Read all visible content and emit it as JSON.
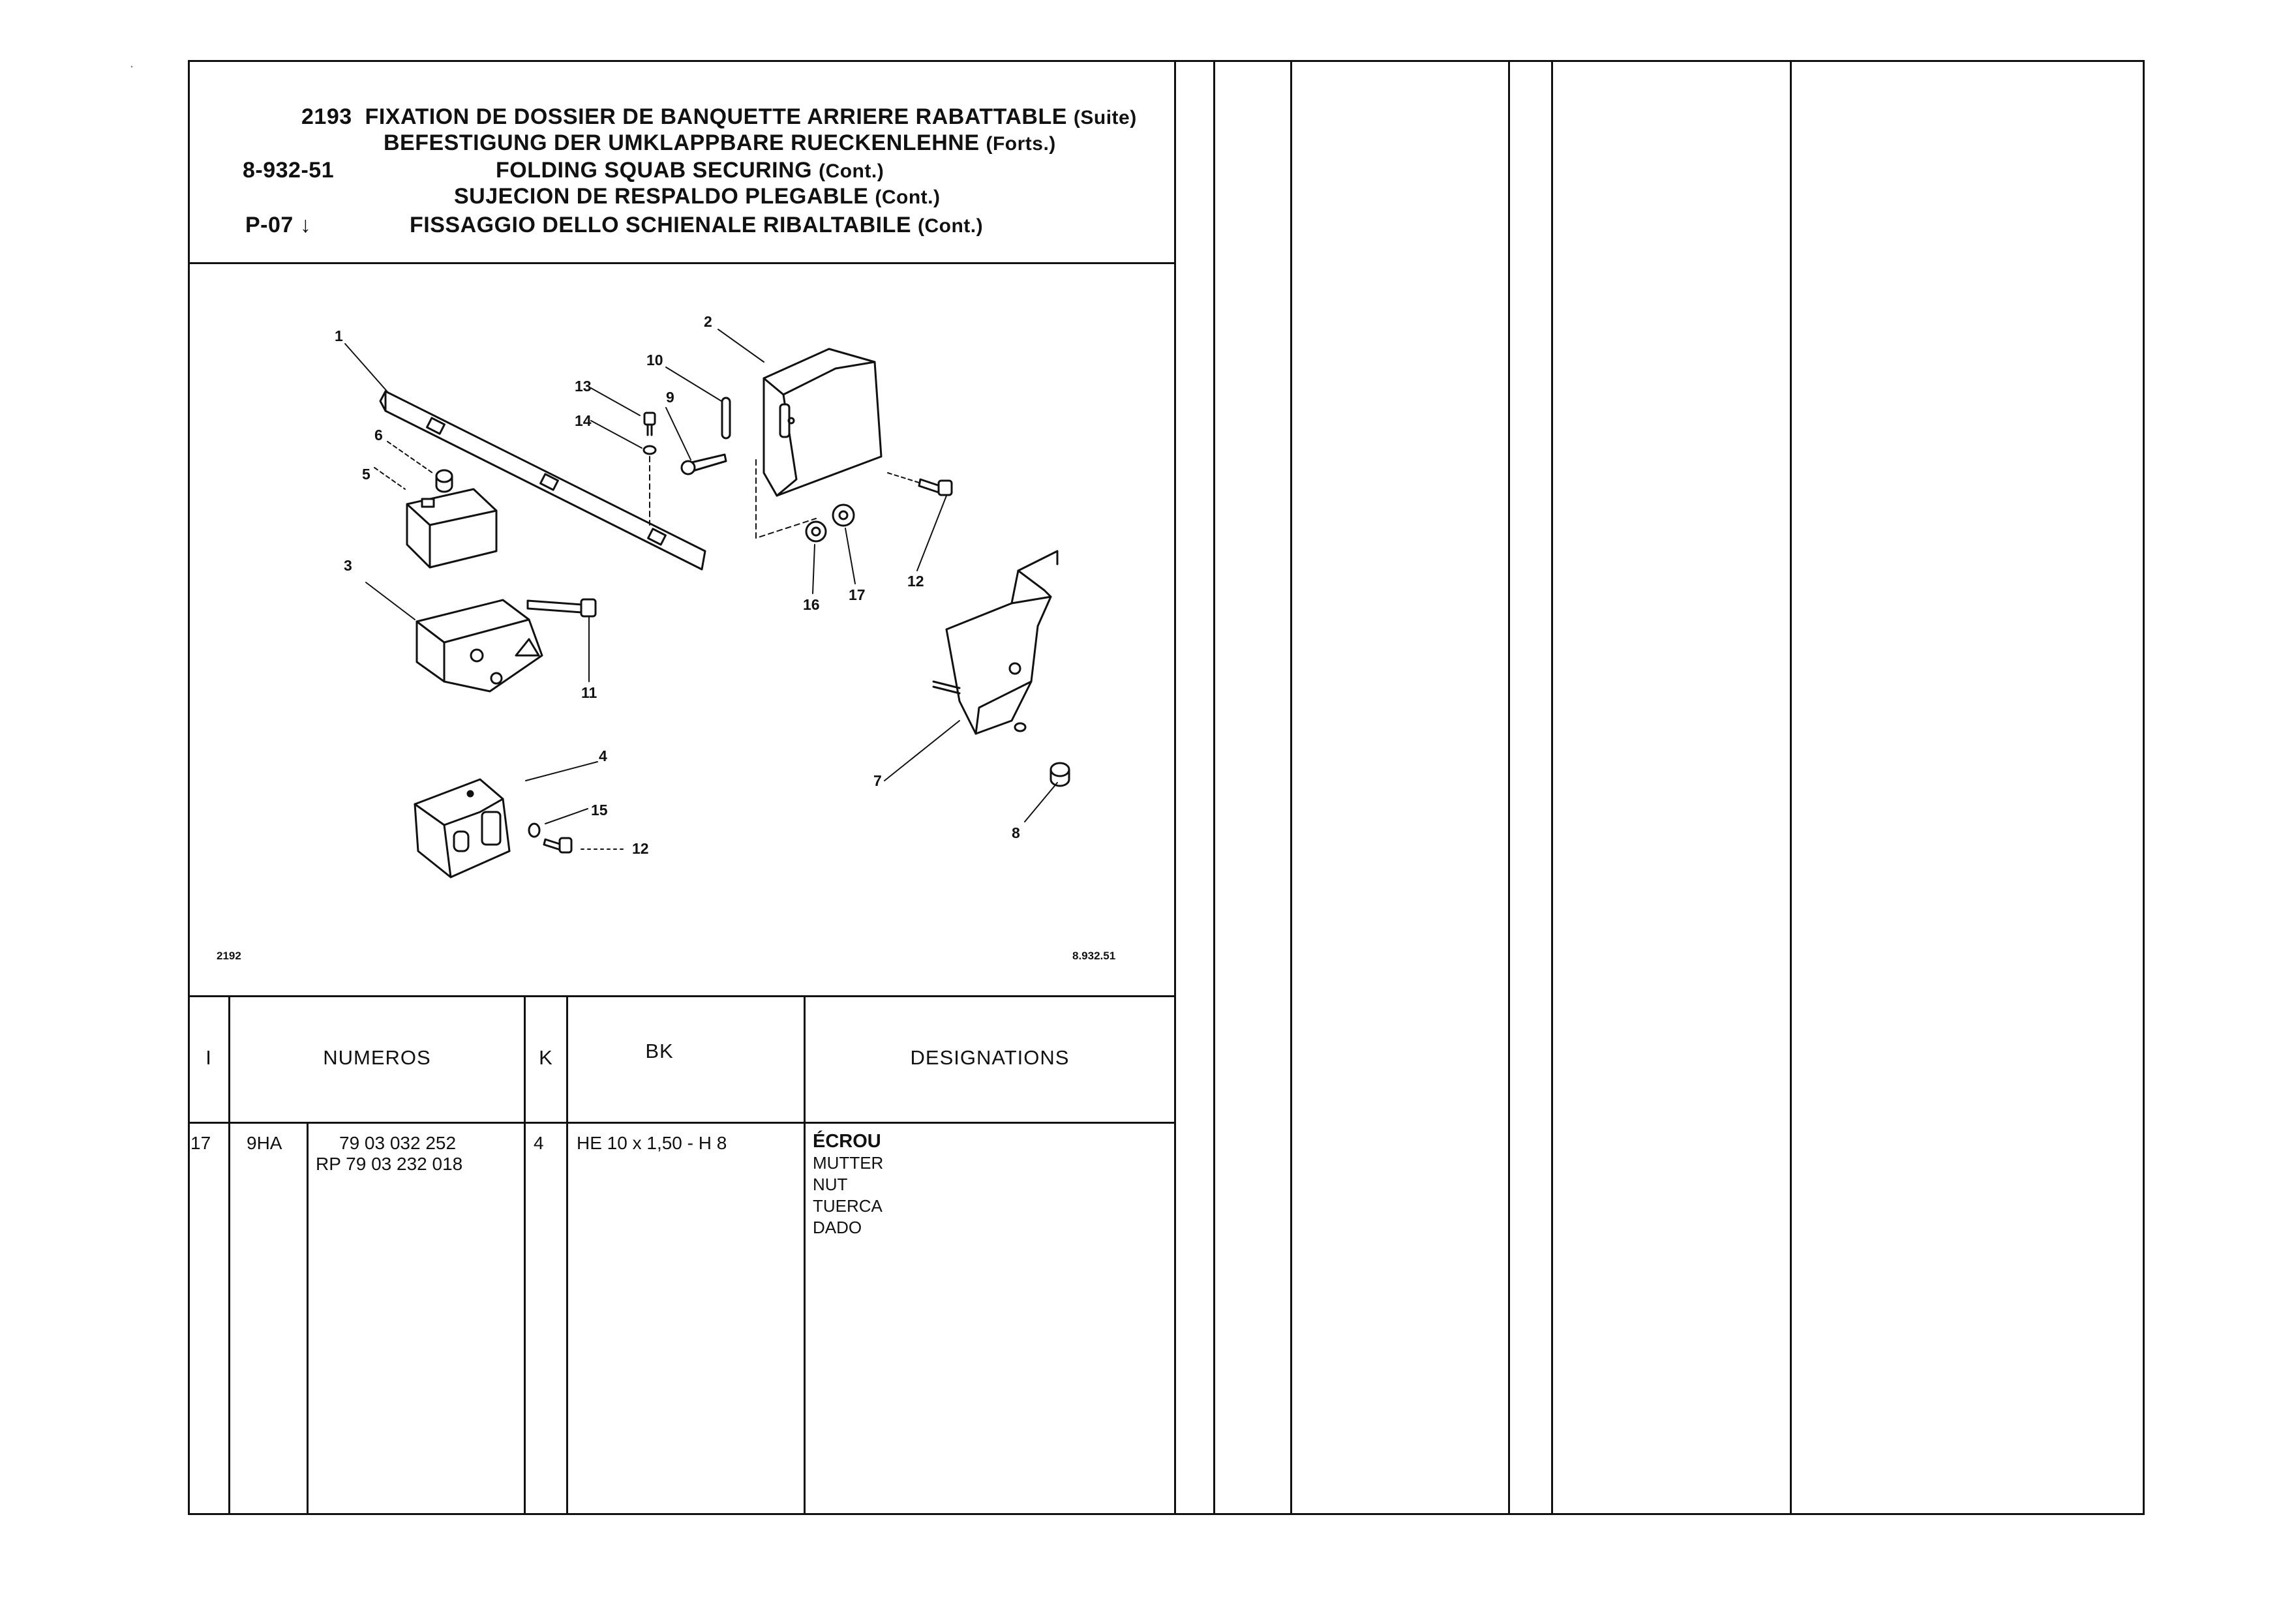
{
  "page": {
    "group_number": "2193",
    "titles": {
      "fr": "FIXATION DE DOSSIER DE BANQUETTE ARRIERE RABATTABLE",
      "fr_suffix": "(Suite)",
      "de": "BEFESTIGUNG DER UMKLAPPBARE RUECKENLEHNE",
      "de_suffix": "(Forts.)",
      "en": "FOLDING SQUAB SECURING",
      "en_suffix": "(Cont.)",
      "es": "SUJECION DE RESPALDO PLEGABLE",
      "es_suffix": "(Cont.)",
      "it": "FISSAGGIO DELLO SCHIENALE RIBALTABILE",
      "it_suffix": "(Cont.)"
    },
    "ref_code": "8-932-51",
    "page_code": "P-07",
    "page_arrow": "↓",
    "corner_mark": "·"
  },
  "illustration": {
    "bottom_left_ref": "2192",
    "bottom_right_ref": "8.932.51",
    "callouts": [
      "1",
      "2",
      "3",
      "4",
      "5",
      "6",
      "7",
      "8",
      "9",
      "10",
      "11",
      "12",
      "12",
      "13",
      "14",
      "15",
      "16",
      "17"
    ]
  },
  "table": {
    "headers": {
      "index": "I",
      "numeros": "NUMEROS",
      "k": "K",
      "bk": "BK",
      "designations": "DESIGNATIONS"
    },
    "rows": [
      {
        "index": "17",
        "code": "9HA",
        "numbers": [
          "79 03 032 252",
          "RP 79 03 232 018"
        ],
        "k": "4",
        "bk": "HE 10 x 1,50 - H 8",
        "designations": [
          "ÉCROU",
          "MUTTER",
          "NUT",
          "TUERCA",
          "DADO"
        ]
      }
    ]
  }
}
